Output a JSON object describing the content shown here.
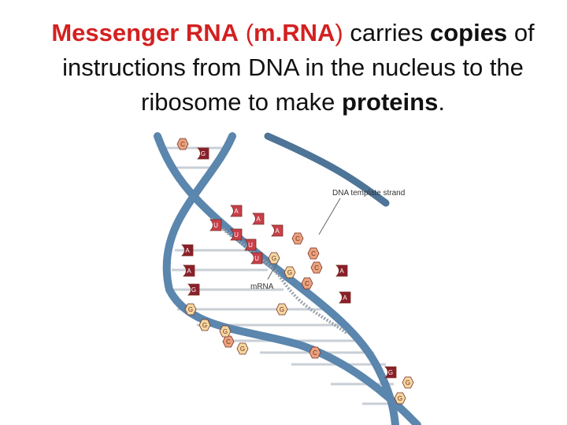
{
  "slide": {
    "title_parts": {
      "p1": "Messenger RNA",
      "p2": "(",
      "p3": "m.RNA",
      "p4": ")",
      "p5": "carries",
      "p6": "copies",
      "p7": "of instructions from DNA in the nucleus to the ribosome to make",
      "p8": "proteins",
      "p9": "."
    }
  },
  "diagram": {
    "labels": {
      "dna_template": "DNA  template strand",
      "mrna": "mRNA"
    },
    "colors": {
      "backbone": "#5b86ad",
      "backbone_dark": "#2f5d85",
      "rungs": "#c9cfd6",
      "mrna_strand": "#9aa2aa",
      "base_dark": "#8a1f2a",
      "base_orange": "#e9a37e",
      "base_yellow": "#f2d8a0",
      "base_red": "#c8404a"
    },
    "bases": [
      {
        "letter": "C",
        "kind": "orange"
      },
      {
        "letter": "G",
        "kind": "dark"
      },
      {
        "letter": "U",
        "kind": "red"
      },
      {
        "letter": "A",
        "kind": "red"
      },
      {
        "letter": "U",
        "kind": "red"
      },
      {
        "letter": "A",
        "kind": "red"
      },
      {
        "letter": "U",
        "kind": "red"
      },
      {
        "letter": "U",
        "kind": "red"
      },
      {
        "letter": "A",
        "kind": "red"
      },
      {
        "letter": "C",
        "kind": "orange"
      },
      {
        "letter": "G",
        "kind": "yellow"
      },
      {
        "letter": "C",
        "kind": "orange"
      },
      {
        "letter": "C",
        "kind": "orange"
      },
      {
        "letter": "G",
        "kind": "yellow"
      },
      {
        "letter": "C",
        "kind": "orange"
      },
      {
        "letter": "G",
        "kind": "yellow"
      },
      {
        "letter": "G",
        "kind": "yellow"
      },
      {
        "letter": "A",
        "kind": "dark"
      },
      {
        "letter": "A",
        "kind": "dark"
      },
      {
        "letter": "G",
        "kind": "dark"
      },
      {
        "letter": "G",
        "kind": "yellow"
      },
      {
        "letter": "C",
        "kind": "orange"
      },
      {
        "letter": "G",
        "kind": "yellow"
      },
      {
        "letter": "G",
        "kind": "yellow"
      },
      {
        "letter": "A",
        "kind": "dark"
      },
      {
        "letter": "A",
        "kind": "dark"
      },
      {
        "letter": "C",
        "kind": "orange"
      },
      {
        "letter": "G",
        "kind": "dark"
      },
      {
        "letter": "G",
        "kind": "yellow"
      },
      {
        "letter": "G",
        "kind": "yellow"
      }
    ]
  }
}
